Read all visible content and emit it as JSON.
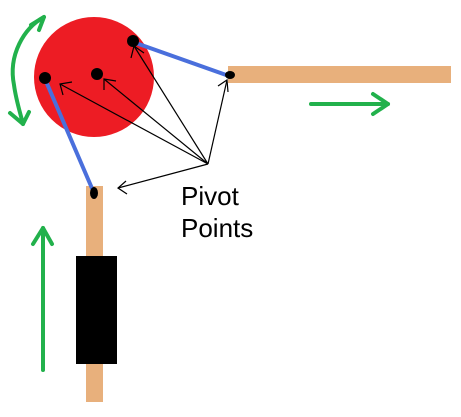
{
  "label": {
    "line1": "Pivot",
    "line2": "Points"
  },
  "colors": {
    "rod": "#e8b07c",
    "wheel": "#ed1c24",
    "linkage": "#4a6fdc",
    "arrow": "#22b14c",
    "pointer": "#000000",
    "block": "#000000",
    "pivot": "#000000"
  },
  "elements": [
    "wheel",
    "horizontal-rod",
    "vertical-rod",
    "slider-block",
    "link-rod-upper",
    "link-rod-lower",
    "pivot-point",
    "rotation-arrow",
    "right-motion-arrow",
    "up-motion-arrow",
    "pointer-arrow"
  ]
}
